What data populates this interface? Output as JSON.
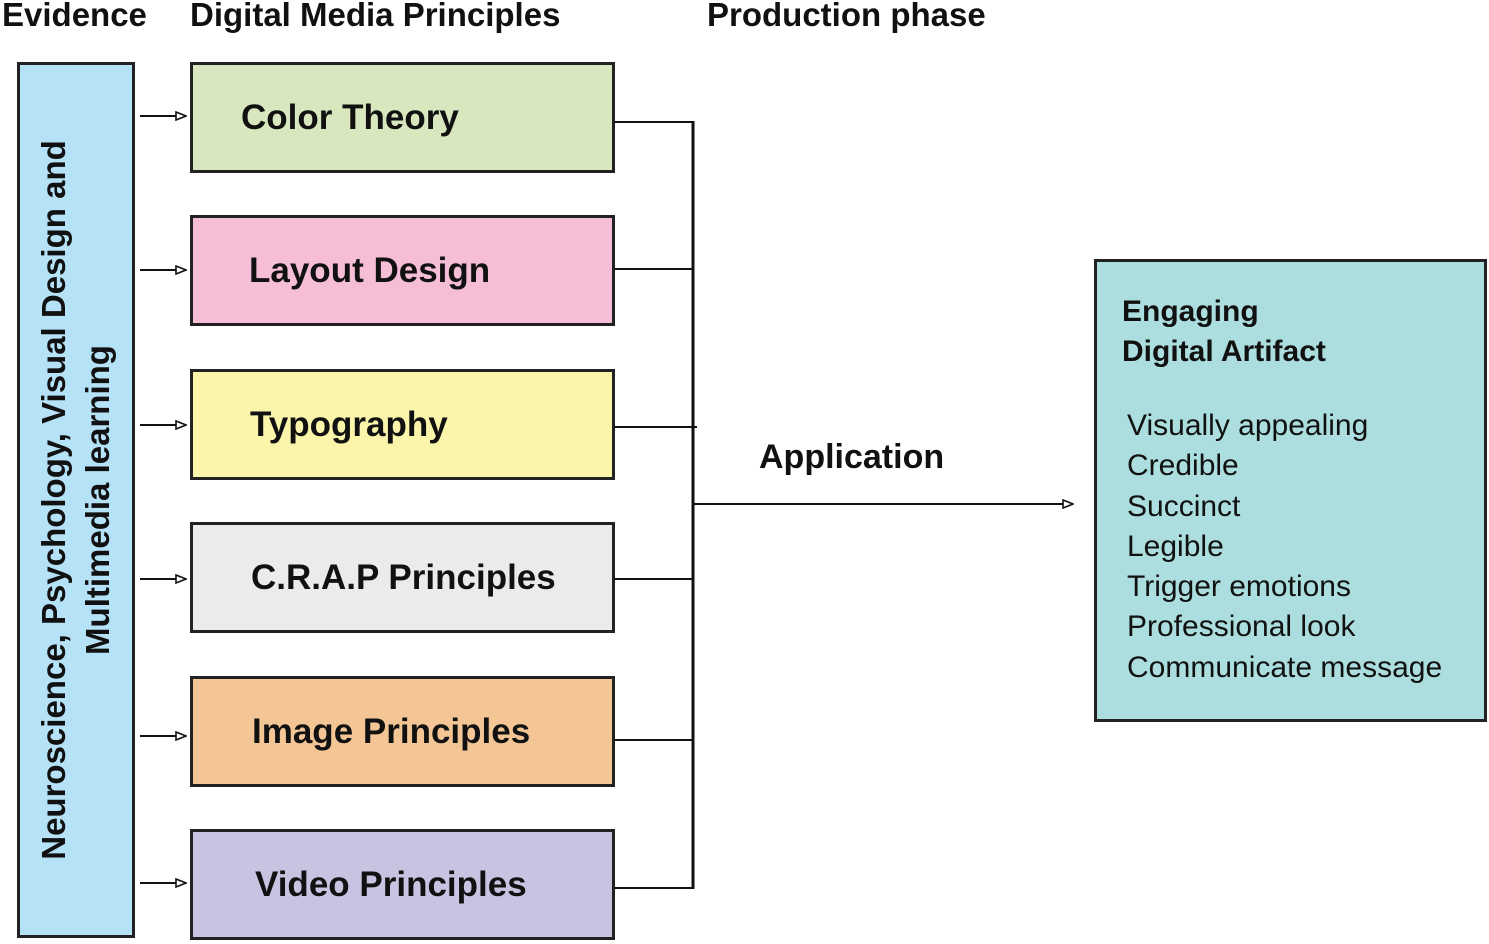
{
  "headers": {
    "evidence": "Evidence",
    "principles": "Digital Media Principles",
    "production": "Production phase"
  },
  "evidence_box": {
    "line1": "Neuroscience, Psychology, Visual Design and",
    "line2": "Multimedia learning",
    "color": "#b5e2f7"
  },
  "principles": [
    {
      "label": "Color Theory",
      "color": "#d8e7bd"
    },
    {
      "label": "Layout Design",
      "color": "#f5bed6"
    },
    {
      "label": "Typography",
      "color": "#faf5ab"
    },
    {
      "label": "C.R.A.P Principles",
      "color": "#ebebec"
    },
    {
      "label": "Image Principles",
      "color": "#f4c695"
    },
    {
      "label": "Video Principles",
      "color": "#c9c3e2"
    }
  ],
  "connector_label": "Application",
  "artifact": {
    "title_line1": "Engaging",
    "title_line2": "Digital Artifact",
    "color": "#acdedf",
    "qualities": [
      "Visually appealing",
      "Credible",
      "Succinct",
      "Legible",
      "Trigger emotions",
      "Professional look",
      "Communicate message"
    ]
  }
}
